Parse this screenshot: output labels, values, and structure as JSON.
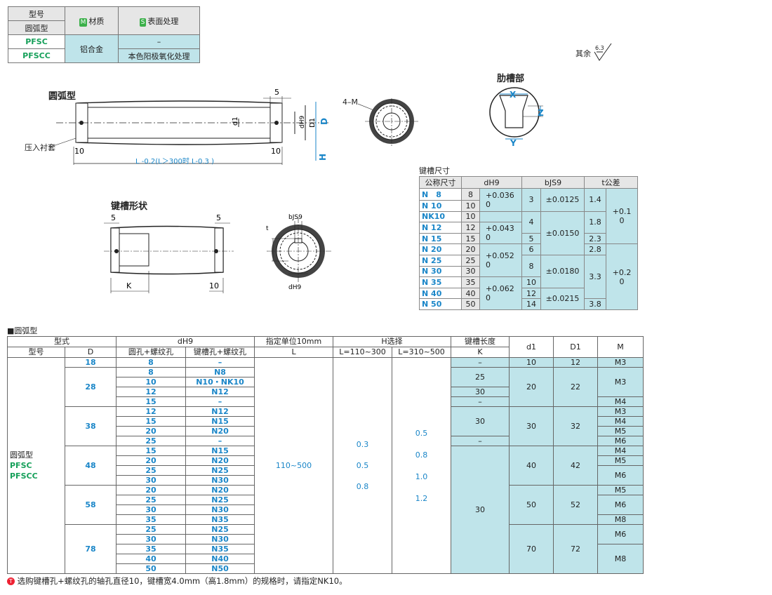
{
  "material_table": {
    "h_type": "型号",
    "h_arc": "圆弧型",
    "h_material": "材质",
    "h_surface": "表面处理",
    "badge_m": "M",
    "badge_s": "S",
    "r1_type": "PFSC",
    "r2_type": "PFSCC",
    "material": "铝合金",
    "r1_surface": "–",
    "r2_surface": "本色阳极氧化处理"
  },
  "roughness": {
    "label": "其余",
    "value": "6.3"
  },
  "rib": {
    "title": "肋槽部",
    "x": "X",
    "y": "Y",
    "z": "Z"
  },
  "diagram_arc": {
    "title": "圆弧型",
    "dim5": "5",
    "dim10a": "10",
    "dim10b": "10",
    "d1": "d1",
    "dh9": "dH9",
    "D1": "D1",
    "D": "D",
    "H": "H",
    "press": "压入衬套",
    "length": "L -0.2(L＞300时 L-0.3 )",
    "fourM": "4–M"
  },
  "diagram_key": {
    "title": "键槽形状",
    "dim5a": "5",
    "dim5b": "5",
    "K": "K",
    "dim10": "10",
    "bjs9": "bJS9",
    "t": "t",
    "dh9": "dH9"
  },
  "key_slot": {
    "title": "键槽尺寸",
    "headers": [
      "公称尺寸",
      "dH9",
      "bJS9",
      "t公差"
    ],
    "rows": [
      [
        "N　8",
        "8"
      ],
      [
        "N 10",
        "10"
      ],
      [
        "NK10",
        "10"
      ],
      [
        "N 12",
        "12"
      ],
      [
        "N 15",
        "15"
      ],
      [
        "N 20",
        "20"
      ],
      [
        "N 25",
        "25"
      ],
      [
        "N 30",
        "30"
      ],
      [
        "N 35",
        "35"
      ],
      [
        "N 40",
        "40"
      ],
      [
        "N 50",
        "50"
      ]
    ],
    "d_tol": [
      "+0.036",
      "0",
      "+0.043",
      "0",
      "+0.052",
      "0",
      "+0.062",
      "0"
    ],
    "b": [
      "3",
      "4",
      "5",
      "6",
      "8",
      "10",
      "12",
      "14"
    ],
    "b_tol": [
      "±0.0125",
      "±0.0150",
      "±0.0180",
      "±0.0215"
    ],
    "t": [
      "1.4",
      "1.8",
      "2.3",
      "2.8",
      "3.3",
      "3.8"
    ],
    "t_tol": [
      "+0.1",
      "0",
      "+0.2",
      "0"
    ]
  },
  "section": "■圆弧型",
  "main_table": {
    "h_style": "型式",
    "h_d": "dH9",
    "h_unit": "指定单位10mm",
    "h_hsel": "H选择",
    "h_keylen": "键槽长度",
    "h_d1": "d1",
    "h_D1": "D1",
    "h_M": "M",
    "h_type": "型号",
    "h_D": "D",
    "h_round": "圆孔+螺纹孔",
    "h_keyway": "键槽孔+螺纹孔",
    "h_L": "L",
    "h_L1": "L=110~300",
    "h_L2": "L=310~500",
    "h_K": "K",
    "type_lines": [
      "圆弧型",
      "PFSC",
      "PFSCC"
    ],
    "L_range": "110~500",
    "h1_vals": [
      "0.3",
      "0.5",
      "0.8"
    ],
    "h2_vals": [
      "0.5",
      "0.8",
      "1.0",
      "1.2"
    ],
    "groups": [
      {
        "D": "18",
        "d1": "10",
        "D1": "12",
        "rows": [
          [
            "8",
            "–"
          ]
        ]
      },
      {
        "D": "28",
        "d1": "20",
        "D1": "22",
        "rows": [
          [
            "8",
            "N8"
          ],
          [
            "10",
            "N10・NK10"
          ],
          [
            "12",
            "N12"
          ],
          [
            "15",
            "–"
          ]
        ]
      },
      {
        "D": "38",
        "d1": "30",
        "D1": "32",
        "rows": [
          [
            "12",
            "N12"
          ],
          [
            "15",
            "N15"
          ],
          [
            "20",
            "N20"
          ],
          [
            "25",
            "–"
          ]
        ]
      },
      {
        "D": "48",
        "d1": "40",
        "D1": "42",
        "rows": [
          [
            "15",
            "N15"
          ],
          [
            "20",
            "N20"
          ],
          [
            "25",
            "N25"
          ],
          [
            "30",
            "N30"
          ]
        ]
      },
      {
        "D": "58",
        "d1": "50",
        "D1": "52",
        "rows": [
          [
            "20",
            "N20"
          ],
          [
            "25",
            "N25"
          ],
          [
            "30",
            "N30"
          ],
          [
            "35",
            "N35"
          ]
        ]
      },
      {
        "D": "78",
        "d1": "70",
        "D1": "72",
        "rows": [
          [
            "25",
            "N25"
          ],
          [
            "30",
            "N30"
          ],
          [
            "35",
            "N35"
          ],
          [
            "40",
            "N40"
          ],
          [
            "50",
            "N50"
          ]
        ]
      }
    ],
    "K": [
      "–",
      "25",
      "30",
      "–",
      "30",
      "–",
      "30"
    ],
    "M": [
      "M3",
      "M3",
      "M4",
      "M3",
      "M4",
      "M5",
      "M6",
      "M4",
      "M5",
      "M6",
      "M5",
      "M6",
      "M8",
      "M6",
      "M8"
    ]
  },
  "footnote": "选购键槽孔+螺纹孔的轴孔直径10，键槽宽4.0mm（高1.8mm）的规格时，请指定NK10。",
  "footnote_mark": "T"
}
